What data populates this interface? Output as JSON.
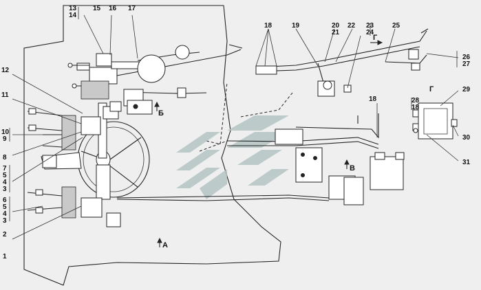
{
  "callouts": {
    "c1": "1",
    "c2": "2",
    "c3": "3",
    "c4": "4",
    "c5": "5",
    "c6": "6",
    "c7": "7",
    "c8": "8",
    "c9": "9",
    "c10": "10",
    "c11": "11",
    "c12": "12",
    "c13": "13",
    "c14": "14",
    "c15": "15",
    "c16": "16",
    "c17": "17",
    "c18": "18",
    "c19": "19",
    "c20": "20",
    "c21": "21",
    "c22": "22",
    "c23": "23",
    "c24": "24",
    "c25": "25",
    "c26": "26",
    "c27": "27",
    "c28": "28",
    "c29": "29",
    "c30": "30",
    "c31": "31"
  },
  "view_labels": {
    "A": "A",
    "B": "Б",
    "V": "В",
    "G": "Г"
  },
  "watermark": {
    "color": "#b4c4c4"
  }
}
